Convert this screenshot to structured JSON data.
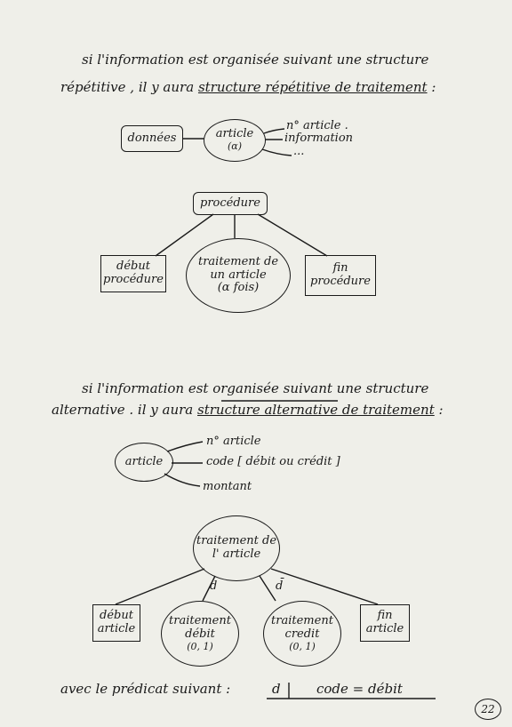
{
  "section1": {
    "line1": "si l'information est organisée suivant une structure",
    "line2_prefix": "répétitive , il y aura",
    "line2_underlined": "structure répétitive de traitement",
    "line2_suffix": ":",
    "data_box": "données",
    "article_title": "article",
    "article_sub": "(α)",
    "attr1": "n° article .",
    "attr2": "information",
    "attr3": "...",
    "proc_box": "procédure",
    "debut1": "début",
    "debut2": "procédure",
    "trait1": "traitement de",
    "trait2": "un article",
    "trait3": "(α fois)",
    "fin1": "fin",
    "fin2": "procédure"
  },
  "section2": {
    "line1": "si l'information est organisée suivant une structure",
    "line2_prefix": "alternative . il y aura",
    "line2_underlined": "structure alternative de traitement",
    "line2_suffix": ":",
    "article_oval": "article",
    "attr1": "n° article",
    "attr2": "code [ débit ou crédit ]",
    "attr3": "montant",
    "root1": "traitement de",
    "root2": "l' article",
    "d_label": "d",
    "dbar_label": "d̄",
    "debut1": "début",
    "debut2": "article",
    "tdebit1": "traitement",
    "tdebit2": "débit",
    "tdebit3": "(0, 1)",
    "tcredit1": "traitement",
    "tcredit2": "credit",
    "tcredit3": "(0, 1)",
    "fin1": "fin",
    "fin2": "article",
    "predicate_label": "avec le prédicat suivant :",
    "predicate_d": "d",
    "predicate_expr": "code = débit"
  },
  "page_number": "22"
}
